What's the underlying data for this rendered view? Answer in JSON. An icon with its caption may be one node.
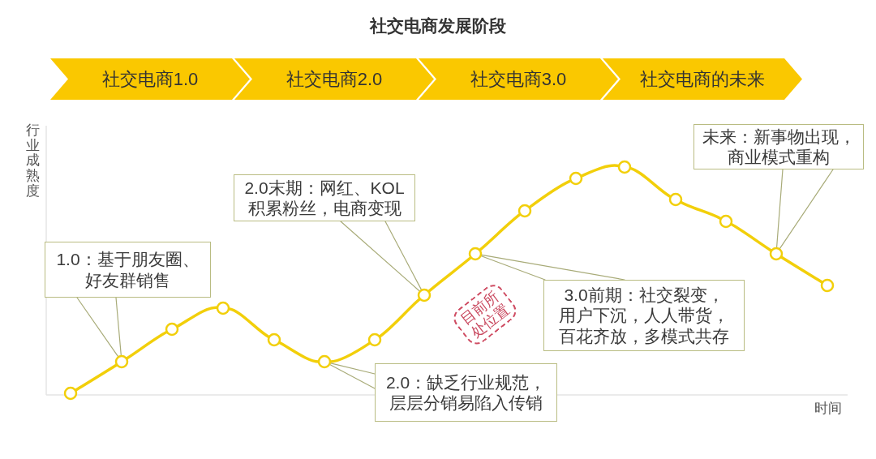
{
  "diagram": {
    "title": "社交电商发展阶段",
    "nodes": [
      {
        "text": [
          "社交电商1.0"
        ]
      },
      {
        "text": [
          "社交电商2.0"
        ]
      },
      {
        "text": [
          "社交电商3.0"
        ]
      },
      {
        "text": [
          "社交电商的未来"
        ]
      },
      {
        "text": [
          "未来：新事物出现，商业模式重构"
        ]
      },
      {
        "text": [
          "2.0末期：网红、KOL积累粉丝，电商变现"
        ]
      },
      {
        "text": [
          "1.0：基于朋友圈、好友群销售"
        ]
      },
      {
        "text": [
          "目前所处位置"
        ]
      },
      {
        "text": [
          "3.0前期：社交裂变，用户下沉，人人带货，百花齐放，多模式共存"
        ]
      },
      {
        "text": [
          "2.0：缺乏行业规范，层层分销易陷入传销"
        ]
      },
      {
        "text": [],
        "shape": "circle"
      },
      {
        "text": [],
        "shape": "circle"
      },
      {
        "text": [],
        "shape": "circle"
      },
      {
        "text": [],
        "shape": "circle"
      },
      {
        "text": [],
        "shape": "circle"
      },
      {
        "text": [],
        "shape": "circle"
      },
      {
        "text": [],
        "shape": "circle"
      },
      {
        "text": [],
        "shape": "circle"
      },
      {
        "text": [],
        "shape": "circle"
      },
      {
        "text": [],
        "shape": "circle"
      },
      {
        "text": [],
        "shape": "circle"
      },
      {
        "text": [],
        "shape": "circle"
      },
      {
        "text": [],
        "shape": "circle"
      },
      {
        "text": [],
        "shape": "circle"
      },
      {
        "text": [],
        "shape": "circle"
      },
      {
        "text": [],
        "shape": "circle"
      }
    ],
    "edges": [
      {
        "from": 10,
        "to": 11,
        "arrow": "none"
      },
      {
        "from": 11,
        "to": 12,
        "arrow": "none"
      },
      {
        "from": 12,
        "to": 13,
        "arrow": "none"
      },
      {
        "from": 13,
        "to": 14,
        "arrow": "none"
      },
      {
        "from": 14,
        "to": 15,
        "arrow": "none"
      },
      {
        "from": 15,
        "to": 16,
        "arrow": "none"
      },
      {
        "from": 16,
        "to": 17,
        "arrow": "none"
      },
      {
        "from": 17,
        "to": 18,
        "arrow": "none"
      },
      {
        "from": 18,
        "to": 19,
        "arrow": "none"
      },
      {
        "from": 19,
        "to": 20,
        "arrow": "none"
      },
      {
        "from": 20,
        "to": 21,
        "arrow": "none"
      },
      {
        "from": 21,
        "to": 22,
        "arrow": "none"
      },
      {
        "from": 22,
        "to": 23,
        "arrow": "none"
      },
      {
        "from": 23,
        "to": 24,
        "arrow": "none"
      },
      {
        "from": 24,
        "to": 25,
        "arrow": "none"
      },
      {
        "from": 4,
        "to": 24,
        "arrow": "none",
        "color": "#a8ab78"
      },
      {
        "from": 5,
        "to": 17,
        "arrow": "none",
        "color": "#a8ab78"
      },
      {
        "from": 6,
        "to": 11,
        "arrow": "none",
        "color": "#a8ab78"
      },
      {
        "from": 8,
        "to": 18,
        "arrow": "none",
        "color": "#a8ab78"
      },
      {
        "from": 9,
        "to": 15,
        "arrow": "none",
        "color": "#a8ab78"
      }
    ],
    "labels": [
      "行业成熟度",
      "时间"
    ]
  }
}
